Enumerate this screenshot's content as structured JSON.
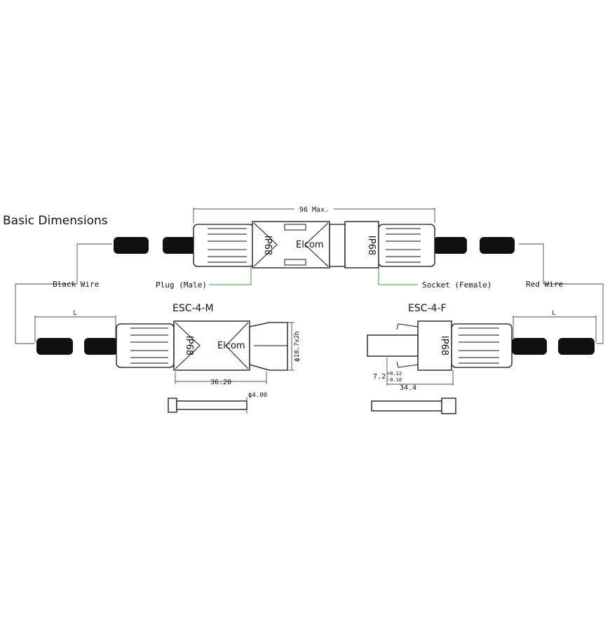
{
  "title": "Basic Dimensions",
  "labels": {
    "black_wire": "Black Wire",
    "red_wire": "Red Wire",
    "plug": "Plug (Male)",
    "socket": "Socket (Female)",
    "male_model": "ESC-4-M",
    "female_model": "ESC-4-F",
    "length_mark": "L",
    "brand": "Elcom",
    "rating": "IP68"
  },
  "dimensions": {
    "overall": "96 Max.",
    "male_length": "36.20",
    "male_diameter": "ϕ18.7x2h",
    "pin_diameter": "ϕ4.00",
    "female_length": "34.4",
    "female_tol_base": "7.2",
    "female_tol_plus": "+0.12",
    "female_tol_minus": "-0.10"
  },
  "colors": {
    "leader_green": "#2e9a3a",
    "ink": "#111111"
  }
}
